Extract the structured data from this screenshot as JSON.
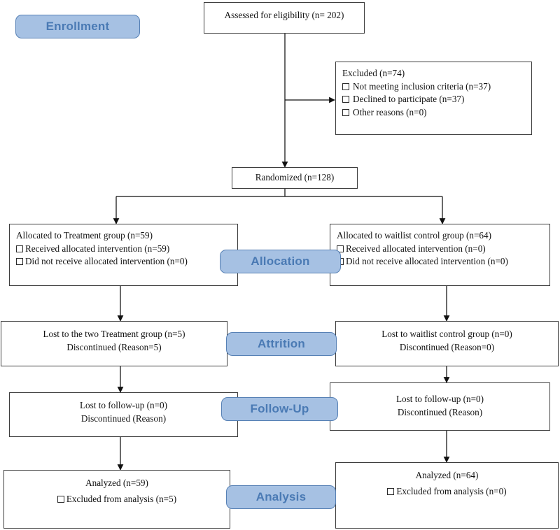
{
  "diagram": {
    "title": "CONSORT participant flow diagram",
    "accent_blue_fill": "#a6c1e3",
    "accent_blue_border": "#5781b5",
    "accent_blue_text": "#4a7ab4",
    "box_border": "#3d3d3d",
    "background": "#ffffff"
  },
  "stages": [
    {
      "key": "enrollment",
      "label": "Enrollment"
    },
    {
      "key": "allocation",
      "label": "Allocation"
    },
    {
      "key": "attrition",
      "label": "Attrition"
    },
    {
      "key": "followup",
      "label": "Follow-Up"
    },
    {
      "key": "analysis",
      "label": "Analysis"
    }
  ],
  "boxes": {
    "assessed": {
      "lines": [
        "Assessed for eligibility (n= 202)"
      ]
    },
    "excluded": {
      "heading": "Excluded (n=74)",
      "items": [
        "Not meeting inclusion criteria (n=37)",
        "Declined to participate (n=37)",
        "Other reasons (n=0)"
      ]
    },
    "randomized": {
      "lines": [
        "Randomized (n=128)"
      ]
    },
    "alloc_left": {
      "heading": "Allocated to Treatment group (n=59)",
      "items": [
        "Received allocated intervention (n=59)",
        "Did not receive allocated intervention (n=0)"
      ]
    },
    "alloc_right": {
      "heading": "Allocated to waitlist control group (n=64)",
      "items": [
        "Received allocated intervention (n=0)",
        "Did not receive allocated intervention (n=0)"
      ]
    },
    "attrition_left": {
      "lines": [
        "Lost to the two Treatment group (n=5)",
        "Discontinued (Reason=5)"
      ]
    },
    "attrition_right": {
      "lines": [
        "Lost to waitlist control group (n=0)",
        "Discontinued (Reason=0)"
      ]
    },
    "followup_left": {
      "lines": [
        "Lost to follow-up (n=0)",
        "Discontinued (Reason)"
      ]
    },
    "followup_right": {
      "lines": [
        "Lost to follow-up (n=0)",
        "Discontinued (Reason)"
      ]
    },
    "analysis_left": {
      "heading": "Analyzed (n=59)",
      "items": [
        "Excluded from analysis (n=5)"
      ]
    },
    "analysis_right": {
      "heading": "Analyzed (n=64)",
      "items": [
        "Excluded from analysis (n=0)"
      ]
    }
  }
}
